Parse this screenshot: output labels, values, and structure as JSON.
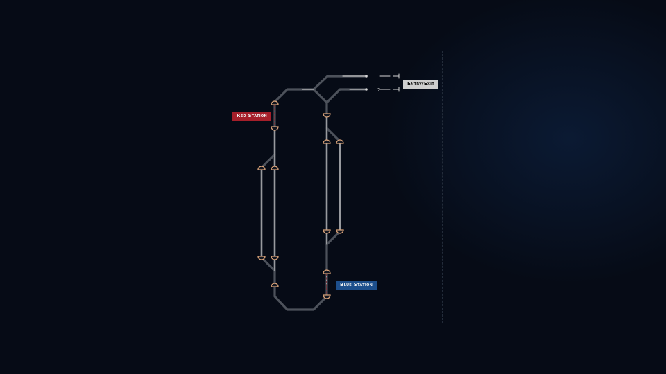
{
  "labels": {
    "red_station": "Red Station",
    "blue_station": "Blue Station",
    "entry_exit": "Entry/Exit"
  },
  "tracks": {
    "track_1": "1",
    "track_2": "2"
  },
  "colors": {
    "background": "#060b16",
    "track": "#555a63",
    "rail_highlight": "#d9d9d9",
    "signal_outline": "#d9a278",
    "red_station": "#a51f2a",
    "blue_station": "#1d4f8c",
    "entry_exit": "#cfcfcf"
  }
}
